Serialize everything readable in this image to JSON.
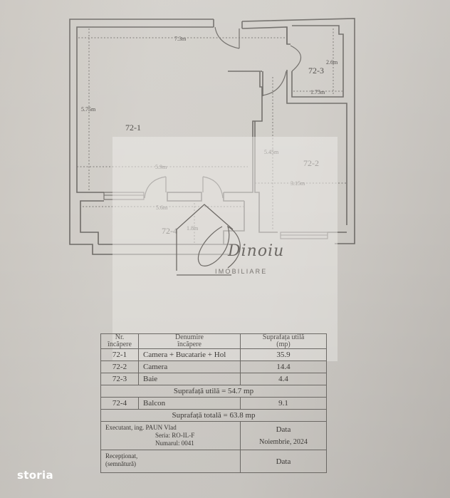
{
  "floor_plan": {
    "rooms": [
      {
        "id": "72-1",
        "label": "72-1"
      },
      {
        "id": "72-2",
        "label": "72-2"
      },
      {
        "id": "72-3",
        "label": "72-3"
      },
      {
        "id": "72-4",
        "label": "72-4"
      }
    ],
    "dimensions": {
      "top_width": "7.3m",
      "left_height": "5.75m",
      "room1_width": "5.9m",
      "balcony_width": "5.6m",
      "balcony_depth": "1.8m",
      "room2_height": "5.45m",
      "room2_width": "3.15m",
      "bath_height": "2.6m",
      "bath_width": "1.75m"
    }
  },
  "watermark": {
    "script": "Dinoiu",
    "text": "IMOBILIARE"
  },
  "table": {
    "headers": {
      "nr": [
        "Nr.",
        "încăpere"
      ],
      "denumire": [
        "Denumire",
        "încăpere"
      ],
      "suprafata": [
        "Suprafața utilă",
        "(mp)"
      ]
    },
    "rows": [
      {
        "nr": "72-1",
        "denumire": "Camera + Bucatarie + Hol",
        "suprafata": "35.9"
      },
      {
        "nr": "72-2",
        "denumire": "Camera",
        "suprafata": "14.4"
      },
      {
        "nr": "72-3",
        "denumire": "Baie",
        "suprafata": "4.4"
      }
    ],
    "useful_total": "Suprafață utilă = 54.7 mp",
    "balcony_row": {
      "nr": "72-4",
      "denumire": "Balcon",
      "suprafata": "9.1"
    },
    "grand_total": "Suprafață totală = 63.8 mp",
    "executant": {
      "line1": "Executant, ing. PAUN Vlad",
      "line2": "Seria: RO-IL-F",
      "line3": "Numarul: 0041"
    },
    "data_label": "Data",
    "data_value": "Noiembrie, 2024",
    "receptionat": "Recepționat,",
    "semnatura": "(semnătură)",
    "data_label_2": "Data"
  },
  "branding": {
    "logo": "storia"
  }
}
